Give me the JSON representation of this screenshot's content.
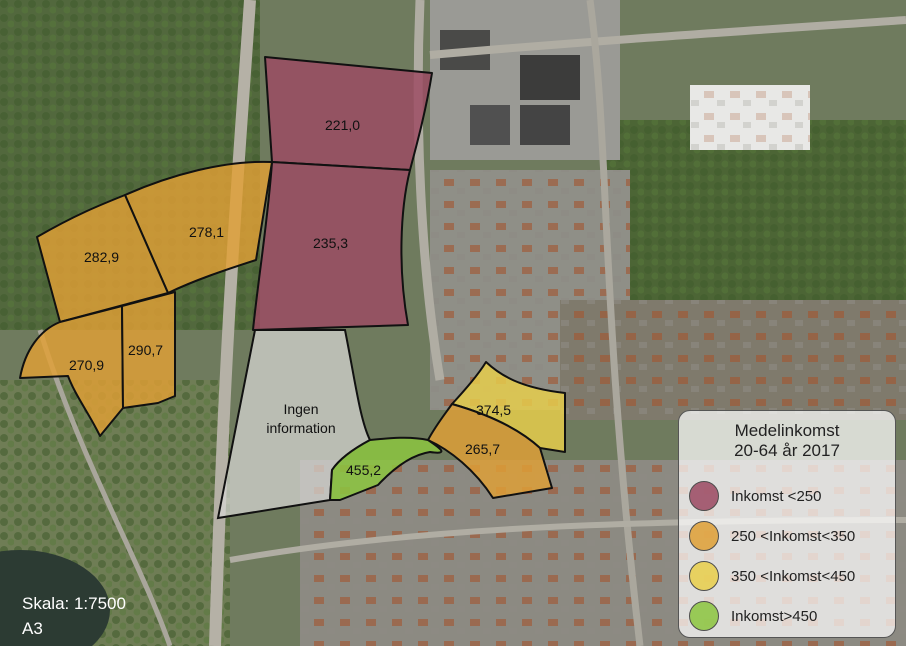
{
  "legend": {
    "title_line1": "Medelinkomst",
    "title_line2": "20-64 år 2017",
    "items": [
      {
        "label": "Inkomst <250",
        "color": "#9c4a63"
      },
      {
        "label": "250 <Inkomst<350",
        "color": "#e0a036"
      },
      {
        "label": "350 <Inkomst<450",
        "color": "#e9cf4b"
      },
      {
        "label": "Inkomst>450",
        "color": "#8cc63f"
      }
    ]
  },
  "zones": [
    {
      "label": "221,0",
      "category": "Inkomst <250"
    },
    {
      "label": "235,3",
      "category": "Inkomst <250"
    },
    {
      "label": "278,1",
      "category": "250 <Inkomst<350"
    },
    {
      "label": "282,9",
      "category": "250 <Inkomst<350"
    },
    {
      "label": "270,9",
      "category": "250 <Inkomst<350"
    },
    {
      "label": "290,7",
      "category": "250 <Inkomst<350"
    },
    {
      "label": "374,5",
      "category": "350 <Inkomst<450"
    },
    {
      "label": "265,7",
      "category": "250 <Inkomst<350"
    },
    {
      "label": "455,2",
      "category": "Inkomst>450"
    }
  ],
  "no_info": {
    "line1": "Ingen",
    "line2": "information"
  },
  "scale": {
    "line1": "Skala: 1:7500",
    "line2": "A3"
  }
}
